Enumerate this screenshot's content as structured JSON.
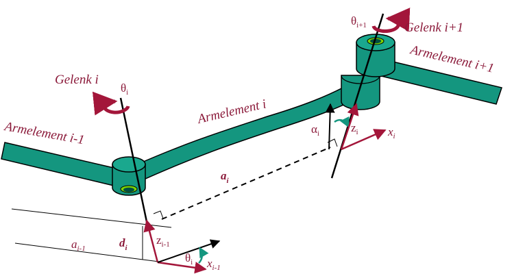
{
  "colors": {
    "link": "#14967f",
    "link_dark": "#0d5e50",
    "hole": "#004d40",
    "hole_ring": "#7cd400",
    "label": "#8b1a3a",
    "axis": "#a3163a",
    "line": "#000000"
  },
  "labels": {
    "link_prev": "Armelement i-1",
    "link_i": "Armelement i",
    "link_next": "Armelement i+1",
    "joint_i": "Gelenk  i",
    "joint_next": "Gelenk i+1"
  },
  "symbols": {
    "theta_i": {
      "base": "θ",
      "sub": "i"
    },
    "theta_next": {
      "base": "θ",
      "sub": "i+1"
    },
    "theta_bottom": {
      "base": "θ",
      "sub": "i"
    },
    "alpha_i": {
      "base": "α",
      "sub": "i"
    },
    "z_i": {
      "base": "z",
      "sub": "i"
    },
    "x_i": {
      "base": "x",
      "sub": "i"
    },
    "z_prev": {
      "base": "z",
      "sub": "i-1"
    },
    "x_prev": {
      "base": "x",
      "sub": "i-1"
    },
    "a_i": {
      "base": "a",
      "sub": "i"
    },
    "a_prev": {
      "base": "a",
      "sub": "i-1"
    },
    "d_i": {
      "base": "d",
      "sub": "i"
    }
  }
}
